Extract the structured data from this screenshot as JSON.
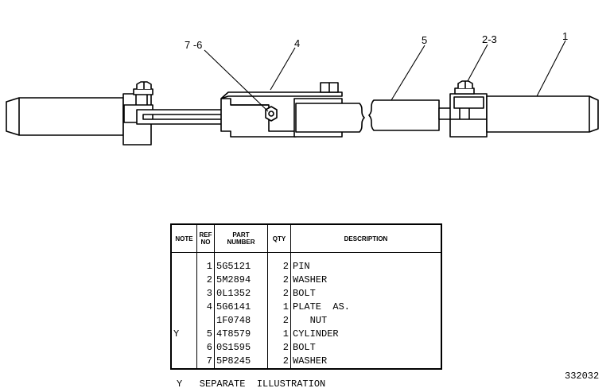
{
  "callouts": [
    {
      "id": "c76",
      "label": "7 -6"
    },
    {
      "id": "c4",
      "label": "4"
    },
    {
      "id": "c5",
      "label": "5"
    },
    {
      "id": "c23",
      "label": "2-3"
    },
    {
      "id": "c1",
      "label": "1"
    }
  ],
  "table": {
    "headers": {
      "note": "NOTE",
      "ref_line1": "REF",
      "ref_line2": "NO",
      "part_line1": "PART",
      "part_line2": "NUMBER",
      "qty": "QTY",
      "description": "DESCRIPTION"
    },
    "rows": [
      {
        "note": "",
        "ref": "1",
        "part": "5G5121",
        "qty": "2",
        "desc": "PIN"
      },
      {
        "note": "",
        "ref": "2",
        "part": "5M2894",
        "qty": "2",
        "desc": "WASHER"
      },
      {
        "note": "",
        "ref": "3",
        "part": "0L1352",
        "qty": "2",
        "desc": "BOLT"
      },
      {
        "note": "",
        "ref": "4",
        "part": "5G6141",
        "qty": "1",
        "desc": "PLATE  AS."
      },
      {
        "note": "",
        "ref": "",
        "part": "1F0748",
        "qty": "2",
        "desc": "   NUT"
      },
      {
        "note": "Y",
        "ref": "5",
        "part": "4T8579",
        "qty": "1",
        "desc": "CYLINDER"
      },
      {
        "note": "",
        "ref": "6",
        "part": "0S1595",
        "qty": "2",
        "desc": "BOLT"
      },
      {
        "note": "",
        "ref": "7",
        "part": "5P8245",
        "qty": "2",
        "desc": "WASHER"
      }
    ]
  },
  "footnote": "Y   SEPARATE  ILLUSTRATION",
  "figure_id": "332032"
}
